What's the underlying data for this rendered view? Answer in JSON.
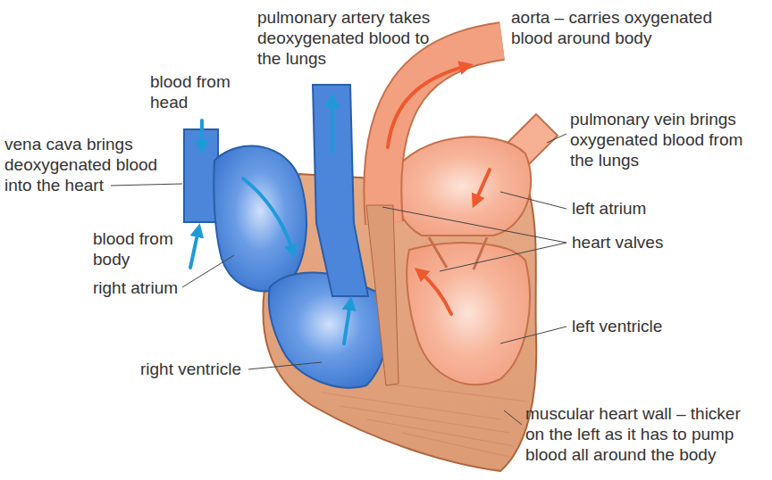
{
  "diagram": {
    "labels": [
      "pulmonary artery takes deoxygenated blood to the lungs",
      "aorta – carries oxygenated blood around body",
      "blood from head",
      "vena cava brings deoxygenated blood into the heart",
      "pulmonary vein brings oxygenated blood from the lungs",
      "left atrium",
      "heart valves",
      "blood from body",
      "right atrium",
      "left ventricle",
      "right ventricle",
      "muscular heart wall – thicker on the left as it has to pump blood all around the body"
    ]
  }
}
